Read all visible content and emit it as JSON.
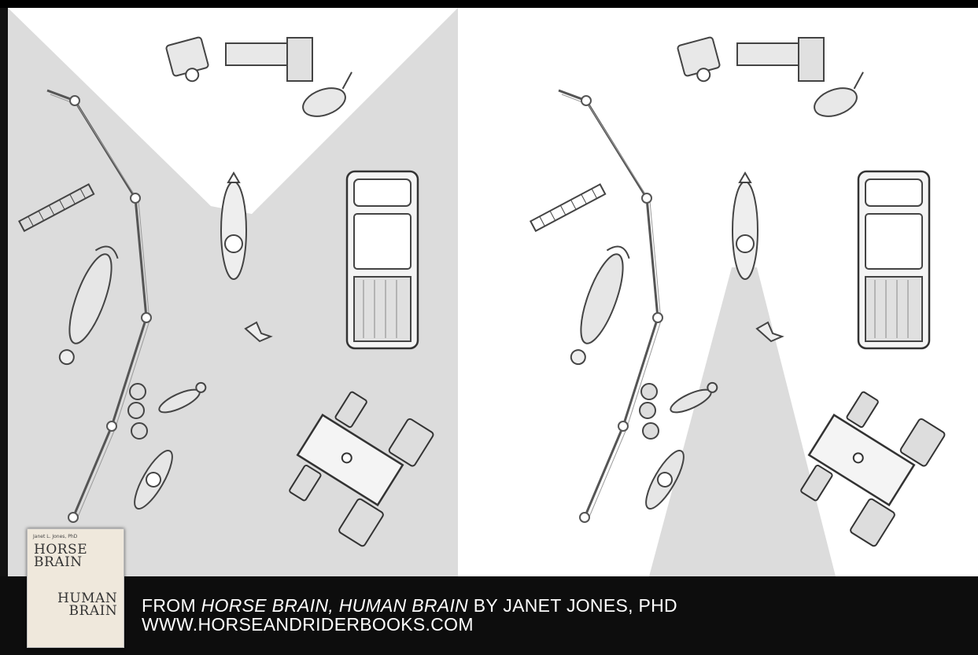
{
  "credit": {
    "prefix": "FROM ",
    "title_italic": "HORSE BRAIN, HUMAN BRAIN",
    "suffix": " BY JANET JONES, PHD",
    "url": "WWW.HORSEANDRIDERBOOKS.COM"
  },
  "book_cover": {
    "author": "Janet L. Jones, PhD",
    "title_line1": "HORSE",
    "title_line2": "BRAIN",
    "title_line3": "HUMAN",
    "title_line4": "BRAIN"
  },
  "panels": [
    {
      "name": "horse-field-of-view",
      "field": "wide-lateral"
    },
    {
      "name": "human-field-of-view",
      "field": "narrow-forward"
    }
  ],
  "colors": {
    "field_shade": "#dcdcdc",
    "background": "#ffffff",
    "footer": "#0d0d0d",
    "ink": "#3a3a3a"
  }
}
